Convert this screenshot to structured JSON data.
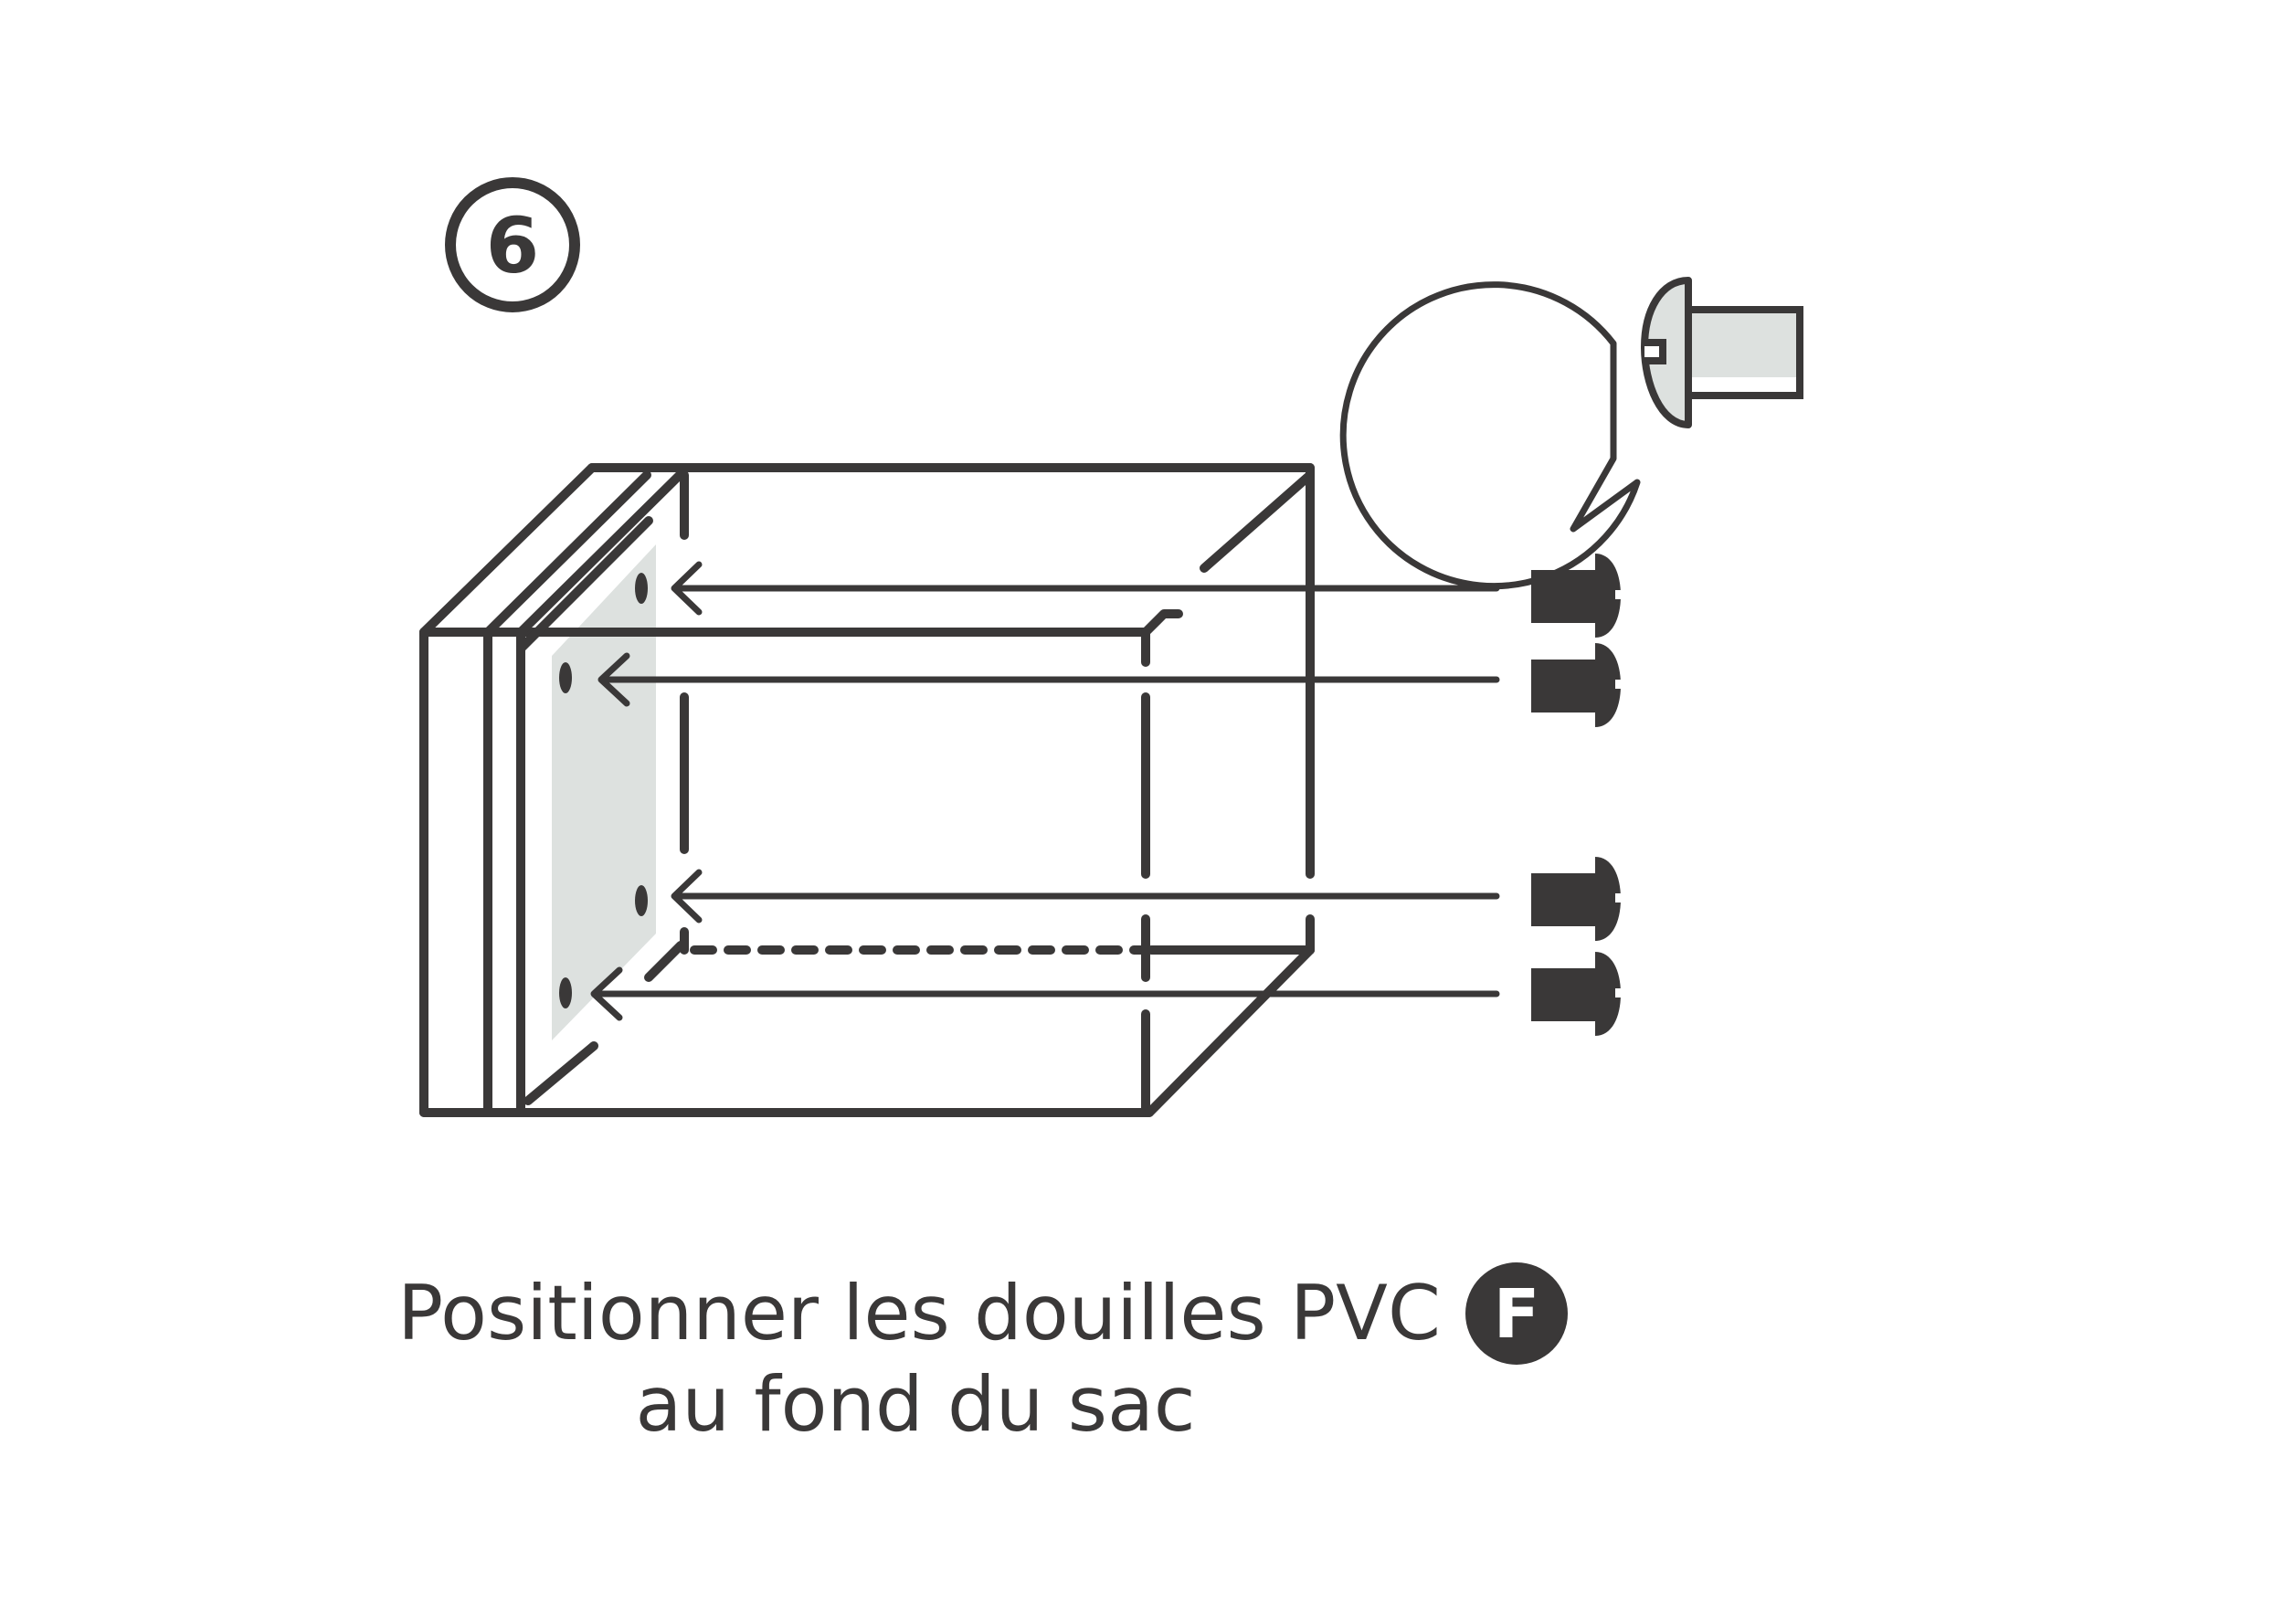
{
  "step": {
    "number": "6"
  },
  "caption": {
    "line1": "Positionner les douilles PVC",
    "line2": "au fond du sac"
  },
  "part_badge": {
    "letter": "F"
  },
  "colors": {
    "ink": "#3a3838",
    "panel_fill": "#dde1df",
    "background": "#ffffff"
  },
  "icons": {
    "step_badge": "circled-number-icon",
    "part_badge": "filled-circle-letter-icon",
    "bushing": "pvc-bushing-icon",
    "callout": "zoom-callout-bubble-icon",
    "arrow": "insertion-arrow-icon"
  }
}
